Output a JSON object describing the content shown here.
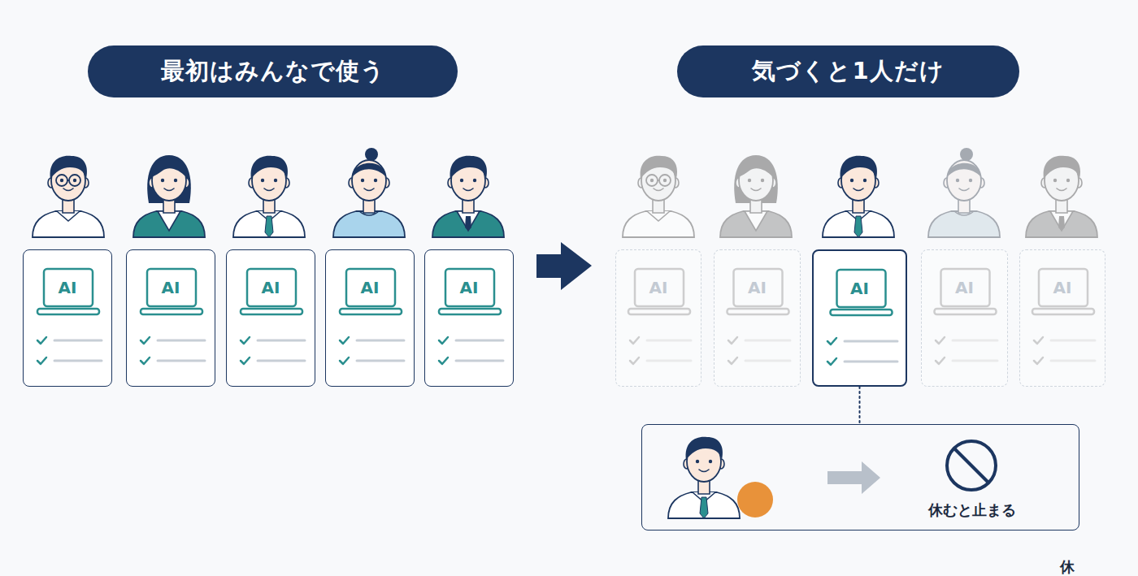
{
  "diagram": {
    "nodes": [
      {
        "text": [
          "最初はみんなで使う"
        ]
      },
      {
        "text": [
          "気づくと1人だけ"
        ]
      },
      {
        "text": [
          "AI"
        ]
      },
      {
        "text": [
          "AI"
        ]
      },
      {
        "text": [
          "AI"
        ]
      },
      {
        "text": [
          "AI"
        ]
      },
      {
        "text": [
          "AI"
        ]
      },
      {
        "text": [
          "AI"
        ]
      },
      {
        "text": [
          "AI"
        ]
      },
      {
        "text": [
          "AI"
        ]
      },
      {
        "text": [
          "AI"
        ]
      },
      {
        "text": [
          "AI"
        ]
      },
      {
        "text": [
          "休むと止まる"
        ]
      },
      {
        "text": [
          "休"
        ],
        "in": 12
      }
    ],
    "edges": [
      {
        "from": 9,
        "to": 12,
        "arrow": "none"
      }
    ]
  }
}
